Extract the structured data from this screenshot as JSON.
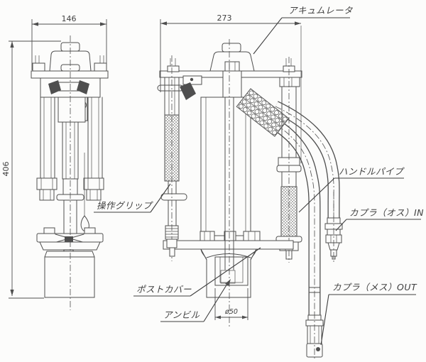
{
  "drawing": {
    "labels": {
      "accumulator": "アキュムレータ",
      "operation_grip": "操作グリップ",
      "handle_pipe": "ハンドルパイプ",
      "coupler_in": "カプラ（オス）IN",
      "coupler_out": "カプラ（メス）OUT",
      "post_cover": "ポストカバー",
      "anvil": "アンビル"
    },
    "dimensions": {
      "front_width": "146",
      "side_width": "273",
      "overall_height": "406",
      "post_diameter": "ø50"
    },
    "colors": {
      "line": "#4f4f4f",
      "text": "#3f3f3f",
      "background": "#fcfcfb"
    }
  }
}
